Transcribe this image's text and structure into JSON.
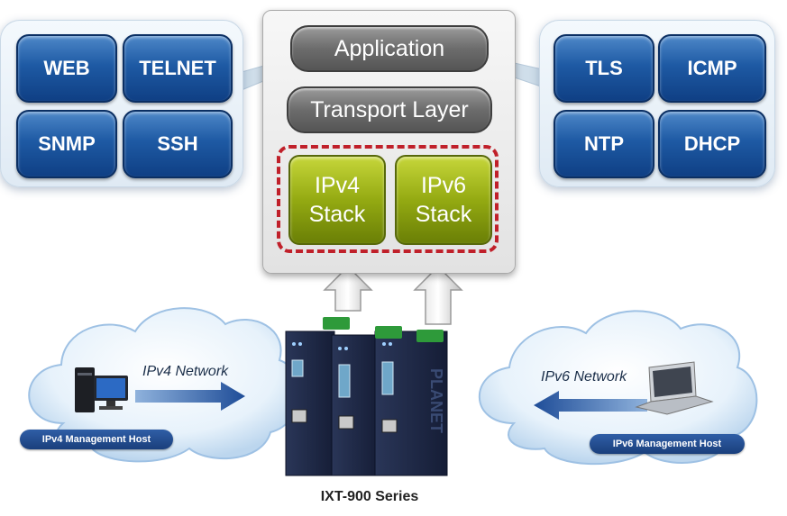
{
  "left_protocols": [
    "WEB",
    "TELNET",
    "SNMP",
    "SSH"
  ],
  "right_protocols": [
    "TLS",
    "ICMP",
    "NTP",
    "DHCP"
  ],
  "layers": {
    "application": "Application",
    "transport": "Transport Layer",
    "ipv4_stack": [
      "IPv4",
      "Stack"
    ],
    "ipv6_stack": [
      "IPv6",
      "Stack"
    ]
  },
  "networks": {
    "ipv4": "IPv4 Network",
    "ipv6": "IPv6 Network",
    "ipv4_host": "IPv4 Management Host",
    "ipv6_host": "IPv6 Management Host"
  },
  "device": {
    "caption": "IXT-900 Series",
    "brand": "PLANET"
  },
  "colors": {
    "protocol_blue": "#1e5aa4",
    "stack_green": "#94aa12",
    "dashed_red": "#c0202a",
    "device_navy": "#1c2747"
  }
}
